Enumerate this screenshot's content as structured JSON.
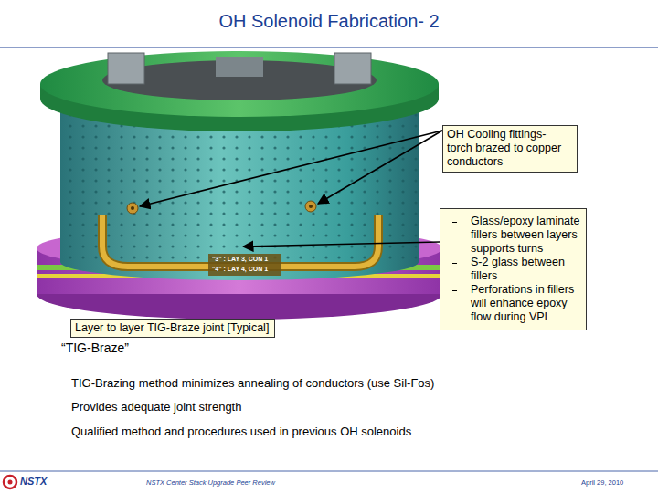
{
  "diagram": {
    "title": "OH Solenoid Fabrication- 2",
    "nodes": [
      {
        "text": [
          "OH Cooling fittings- torch brazed to copper conductors"
        ]
      },
      {
        "text": [
          "Glass/epoxy laminate fillers between layers supports turns",
          "S-2 glass between fillers",
          "Perforations in fillers will enhance epoxy flow during VPI"
        ]
      },
      {
        "text": [
          "Layer to layer TIG-Braze joint [Typical]"
        ]
      }
    ],
    "labels": [
      "“TIG-Braze”",
      "TIG-Brazing method minimizes annealing of conductors (use Sil-Fos)",
      "Provides adequate joint strength",
      "Qualified method and procedures used in previous OH solenoids",
      "\"3\" : LAY 3, CON 1",
      "\"4\" : LAY 4, CON 1",
      "NSTX",
      "NSTX Center Stack Upgrade Peer Review",
      "April 29, 2010"
    ]
  }
}
